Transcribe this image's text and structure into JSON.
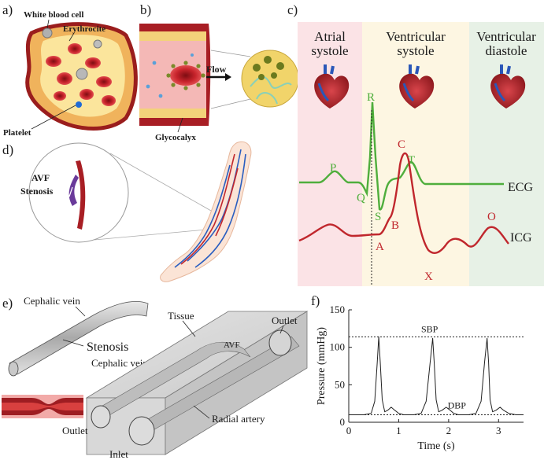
{
  "panels": {
    "a": {
      "letter": "a)",
      "white_blood_cell": "White blood cell",
      "erythrocyte": "Erythrocite",
      "platelet": "Platelet"
    },
    "b": {
      "letter": "b)",
      "flow": "Flow",
      "glycocalyx": "Glycocalyx"
    },
    "c": {
      "letter": "c)",
      "phase_atrial_1": "Atrial",
      "phase_atrial_2": "systole",
      "phase_vent_sys_1": "Ventricular",
      "phase_vent_sys_2": "systole",
      "phase_vent_dia_1": "Ventricular",
      "phase_vent_dia_2": "diastole",
      "ecg_label": "ECG",
      "icg_label": "ICG",
      "waves": [
        "P",
        "Q",
        "R",
        "S",
        "T",
        "A",
        "B",
        "C",
        "X",
        "O"
      ]
    },
    "d": {
      "letter": "d)",
      "avf": "AVF",
      "stenosis": "Stenosis"
    },
    "e": {
      "letter": "e)",
      "cephalic_vein_top": "Cephalic vein",
      "stenosis": "Stenosis",
      "tissue": "Tissue",
      "outlet_right": "Outlet",
      "avf": "AVF",
      "cephalic_vein_mid": "Cephalic vein",
      "radial_artery": "Radial artery",
      "outlet_left": "Outlet",
      "inlet": "Inlet"
    },
    "f": {
      "letter": "f)",
      "sbp": "SBP",
      "dbp": "DBP"
    }
  },
  "colors": {
    "ecg": "#4fae3c",
    "icg": "#c0272d",
    "atrial_bg": "#fbe3e6",
    "vent_sys_bg": "#fdf6e2",
    "vent_dia_bg": "#e7f1e6",
    "vessel_red": "#b01e23",
    "tissue_yellow": "#f3d27a"
  },
  "chart_data": {
    "type": "line",
    "xlabel": "Time (s)",
    "ylabel": "Pressure (mmHg)",
    "xlim": [
      0,
      3.5
    ],
    "ylim": [
      0,
      150
    ],
    "xticks": [
      0,
      1,
      2,
      3
    ],
    "yticks": [
      0,
      50,
      100,
      150
    ],
    "sbp_level": 114,
    "dbp_level": 10,
    "series": [
      {
        "x": [
          0,
          0.3,
          0.45,
          0.52,
          0.57,
          0.6,
          0.63,
          0.67,
          0.72,
          0.78,
          0.85,
          0.92,
          1.0,
          1.1,
          1.3,
          1.45,
          1.55,
          1.63,
          1.68,
          1.71,
          1.75,
          1.8,
          1.87,
          1.95,
          2.03,
          2.1,
          2.2,
          2.4,
          2.55,
          2.65,
          2.72,
          2.77,
          2.8,
          2.83,
          2.88,
          2.95,
          3.03,
          3.1,
          3.2,
          3.35,
          3.5
        ],
        "y": [
          10,
          10,
          12,
          28,
          80,
          114,
          80,
          30,
          14,
          16,
          20,
          16,
          12,
          10,
          10,
          12,
          28,
          80,
          112,
          80,
          30,
          14,
          16,
          20,
          16,
          12,
          10,
          10,
          12,
          28,
          80,
          112,
          80,
          30,
          14,
          16,
          20,
          16,
          12,
          10,
          10
        ]
      }
    ]
  }
}
